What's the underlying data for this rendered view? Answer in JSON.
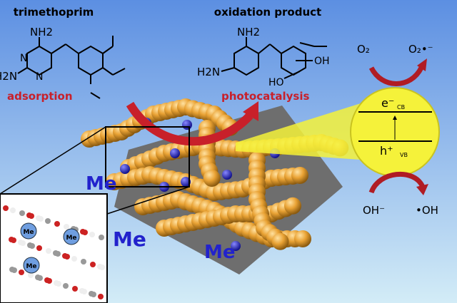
{
  "reactant": {
    "title": "trimethoprim",
    "nh2": "NH2",
    "h2n": "H2N",
    "n1": "N",
    "n2": "N",
    "action": "adsorption"
  },
  "product": {
    "title": "oxidation product",
    "nh2": "NH2",
    "h2n": "H2N",
    "oh": "OH",
    "ho": "HO",
    "action": "photocatalysis"
  },
  "band": {
    "electron": "e⁻",
    "electron_sub": "CB",
    "hole": "h⁺",
    "hole_sub": "VB"
  },
  "reactions": {
    "o2": "O₂",
    "superoxide": "O₂•⁻",
    "hydroxide": "OH⁻",
    "hydroxyl": "•OH"
  },
  "metal_labels": [
    "Me",
    "Me",
    "Me"
  ],
  "inset_labels": [
    "Me",
    "Me",
    "Me"
  ],
  "colors": {
    "bg_top": "#5c8fe2",
    "bg_bottom": "#d3ecf7",
    "sphere": "#e9a234",
    "metal": "#2222cc",
    "accent_red": "#c8202a",
    "semiconductor": "#f5f23a"
  }
}
